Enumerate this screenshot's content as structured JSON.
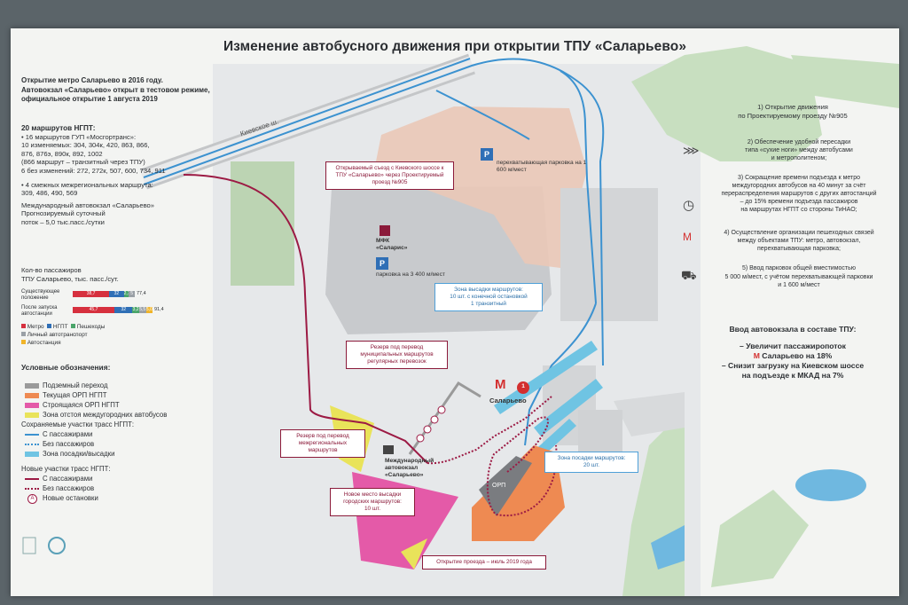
{
  "title": "Изменение автобусного движения при открытии ТПУ «Саларьево»",
  "intro": {
    "line1": "Открытие метро Саларьево в 2016 году.",
    "line2": "Автовокзал «Саларьево» открыт в тестовом режиме,",
    "line3": "официальное открытие 1 августа 2019"
  },
  "routes": {
    "heading": "20 маршрутов НГПТ:",
    "l1": "• 16 маршрутов ГУП «Мосгортранс»:",
    "l2": "10 изменяемых: 304, 304к, 420, 863, 866,",
    "l3": "876, 876э, 890к, 892, 1002",
    "l4": "(866 маршрут – транзитный через ТПУ)",
    "l5": "6 без изменений: 272, 272к, 507, 600, 734, 911",
    "l6": "• 4 смежных межрегиональных маршрута:",
    "l7": "309, 486, 490, 569",
    "l8": "Международный автовокзал «Саларьево»",
    "l9": "Прогнозируемый суточный",
    "l10": "поток – 5,0 тыс.пасс./сутки"
  },
  "passengers": {
    "heading1": "Кол-во пассажиров",
    "heading2": "ТПУ Саларьево, тыс. пасс./сут.",
    "row1_label1": "Существующее",
    "row1_label2": "положение",
    "row2_label1": "После запуска",
    "row2_label2": "автостанции",
    "row1": [
      {
        "value": "38,7",
        "share": 0.5,
        "color": "#d6303e"
      },
      {
        "value": "32",
        "share": 0.2,
        "color": "#2f6fb6"
      },
      {
        "value": "2,7",
        "share": 0.07,
        "color": "#4aa56a"
      },
      {
        "value": "5",
        "share": 0.08,
        "color": "#9aa0a6"
      }
    ],
    "row1_total": "77,4",
    "row2": [
      {
        "value": "45,7",
        "share": 0.46,
        "color": "#d6303e"
      },
      {
        "value": "32",
        "share": 0.2,
        "color": "#2f6fb6"
      },
      {
        "value": "3,2",
        "share": 0.07,
        "color": "#4aa56a"
      },
      {
        "value": "5,5",
        "share": 0.08,
        "color": "#9aa0a6"
      },
      {
        "value": "5,0",
        "share": 0.07,
        "color": "#f0b429"
      }
    ],
    "row2_total": "91,4",
    "leg_metro": "Метро",
    "leg_ngpt": "НГПТ",
    "leg_ped": "Пешеходы",
    "leg_car": "Личный автотранспорт",
    "leg_bus": "Автостанция"
  },
  "legend": {
    "heading": "Условные обозначения:",
    "underpass": "Подземный переход",
    "orp_current": "Текущая ОРП НГПТ",
    "orp_building": "Строящаяся ОРП НГПТ",
    "intercity_zone": "Зона отстоя междугородних автобусов",
    "kept_heading": "Сохраняемые участки трасс НГПТ:",
    "kept_with": "С пассажирами",
    "kept_without": "Без пассажиров",
    "kept_zone": "Зона посадки/высадки",
    "new_heading": "Новые участки трасс НГПТ:",
    "new_with": "С пассажирами",
    "new_without": "Без пассажиров",
    "new_stops": "Новые остановки",
    "stop_letter": "А"
  },
  "map": {
    "kievskoe": "Киевское ш.",
    "exit_callout": "Открываемый съезд с Киевского шоссе к ТПУ «Саларьево» через Проектируемый проезд №905",
    "intercept_parking": "перехватывающая парковка на 1 600 м/мест",
    "mfk_line1": "МФК",
    "mfk_line2": "«Саларис»",
    "parking_3400": "парковка на 3 400 м/мест",
    "dropoff_title": "Зона высадки маршрутов:",
    "dropoff_l1": "10 шт. с конечной остановкой",
    "dropoff_l2": "1 транзитный",
    "reserve_municipal": "Резерв под перевод муниципальных маршрутов регулярных перевозок",
    "metro_name": "Саларьево",
    "metro_line_no": "1",
    "reserve_intercity": "Резерв под перевод межрегиональных маршрутов",
    "intl_bus_l1": "Международный",
    "intl_bus_l2": "автовокзал",
    "intl_bus_l3": "«Саларьево»",
    "orp": "ОРП",
    "landing_title": "Зона посадки маршрутов:",
    "landing_count": "20 шт.",
    "new_dropoff_l1": "Новое место высадки",
    "new_dropoff_l2": "городских маршрутов:",
    "new_dropoff_l3": "10 шт.",
    "opening": "Открытие проезда – июль 2019 года",
    "parking_letter": "P",
    "metro_letter": "М"
  },
  "benefits": {
    "b1_l1": "1) Открытие движения",
    "b1_l2": "по Проектируемому проезду №905",
    "b2_l1": "2) Обеспечение удобной пересадки",
    "b2_l2": "типа «сухие ноги» между автобусами",
    "b2_l3": "и метрополитеном;",
    "b3_l1": "3) Сокращение времени подъезда к метро",
    "b3_l2": "междугородних автобусов на 40 минут за счёт",
    "b3_l3": "перераспределения маршрутов с других автостанций",
    "b3_l4": "– до 15% времени подъезда пассажиров",
    "b3_l5": "на маршрутах НГПТ со стороны ТиНАО;",
    "b4_l1": "4) Осуществление организации пешеходных связей",
    "b4_l2": "между объектами ТПУ: метро, автовокзал,",
    "b4_l3": "перехватывающая парковка;",
    "b5_l1": "5)  Ввод парковок общей вместимостью",
    "b5_l2": "5 000 м/мест, с учётом перехватывающей парковки",
    "b5_l3": "и 1 600 м/мест"
  },
  "station_block": {
    "heading": "Ввод автовокзала в составе ТПУ:",
    "l1": "– Увеличит пассажиропоток",
    "l2": "Саларьево на 18%",
    "l3": "– Снизит загрузку на Киевском шоссе",
    "l4": "на подъезде к МКАД на 7%",
    "metro_glyph": "М"
  },
  "colors": {
    "red_route": "#9c1a44",
    "blue_route": "#3c92d0",
    "zone_blue": "#6fc4e3",
    "orp_orange": "#ee8a52",
    "orp_pink": "#e45aa8",
    "intercity_yellow": "#e9e35a",
    "underpass_gray": "#9a9a9a",
    "metro_red": "#d32f2f"
  }
}
